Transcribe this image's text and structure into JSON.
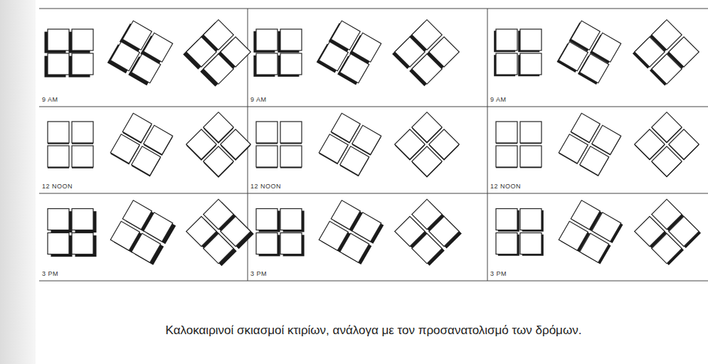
{
  "diagram": {
    "caption": "Καλοκαιρινοί σκιασμοί κτιρίων, ανάλογα με τον προσανατολισμό των δρόμων.",
    "labels": [
      "9 AM",
      "9 AM",
      "9 AM",
      "12 NOON",
      "12 NOON",
      "12 NOON",
      "3 PM",
      "3 PM",
      "3 PM"
    ]
  }
}
